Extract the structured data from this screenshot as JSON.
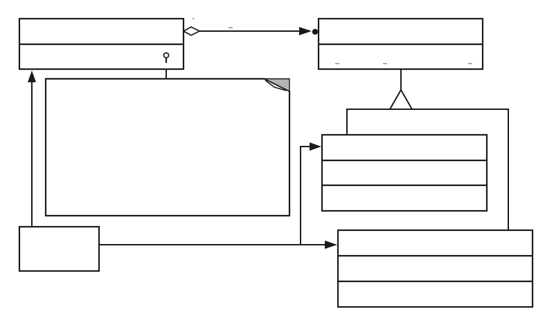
{
  "diagram": {
    "type": "uml-class-diagram",
    "classes": [
      {
        "id": "class-top-left",
        "compartments": 2,
        "label": ""
      },
      {
        "id": "class-top-right",
        "compartments": 2,
        "label": ""
      },
      {
        "id": "class-middle-right",
        "compartments": 3,
        "label": ""
      },
      {
        "id": "class-bottom-right",
        "compartments": 3,
        "label": ""
      },
      {
        "id": "client-box",
        "compartments": 1,
        "label": ""
      }
    ],
    "note": {
      "id": "note-box",
      "text": ""
    },
    "relationships": [
      {
        "from": "class-top-left",
        "to": "class-top-right",
        "kind": "aggregation"
      },
      {
        "from": "class-middle-right",
        "to": "class-top-right",
        "kind": "generalization"
      },
      {
        "from": "class-bottom-right",
        "to": "class-top-right",
        "kind": "generalization"
      },
      {
        "from": "client-box",
        "to": "class-top-left",
        "kind": "association"
      },
      {
        "from": "client-box",
        "to": "class-bottom-right",
        "kind": "association"
      },
      {
        "from": "client-box",
        "to": "class-middle-right",
        "kind": "association"
      },
      {
        "from": "note-box",
        "to": "class-top-left",
        "kind": "note-attachment"
      }
    ],
    "colors": {
      "stroke": "#1a1a1a",
      "background": "#ffffff",
      "note_fold": "#b3b3b3"
    }
  }
}
